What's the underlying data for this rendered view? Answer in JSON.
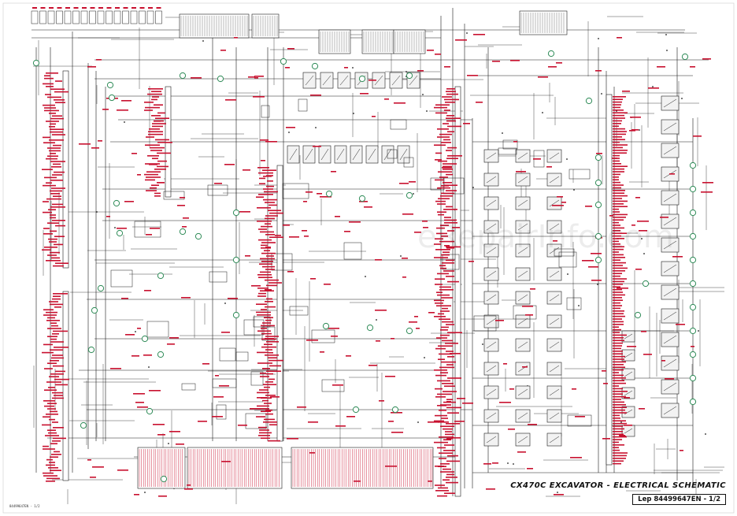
{
  "title_block": {
    "title": "CX470C EXCAVATOR - ELECTRICAL SCHEMATIC",
    "doc_ref": "Lep 84499647EN - 1/2"
  },
  "footer_code": "84499647EN - 1/2",
  "watermark_text": "eRepairInfo.com",
  "colors": {
    "wire": "#1a1a1a",
    "label_red": "#c8102e",
    "connector_green": "#2e8b57",
    "relay_bg": "#f2f2f2"
  },
  "legend": {
    "wire_labels": "red text",
    "component_markers": "green circles"
  }
}
